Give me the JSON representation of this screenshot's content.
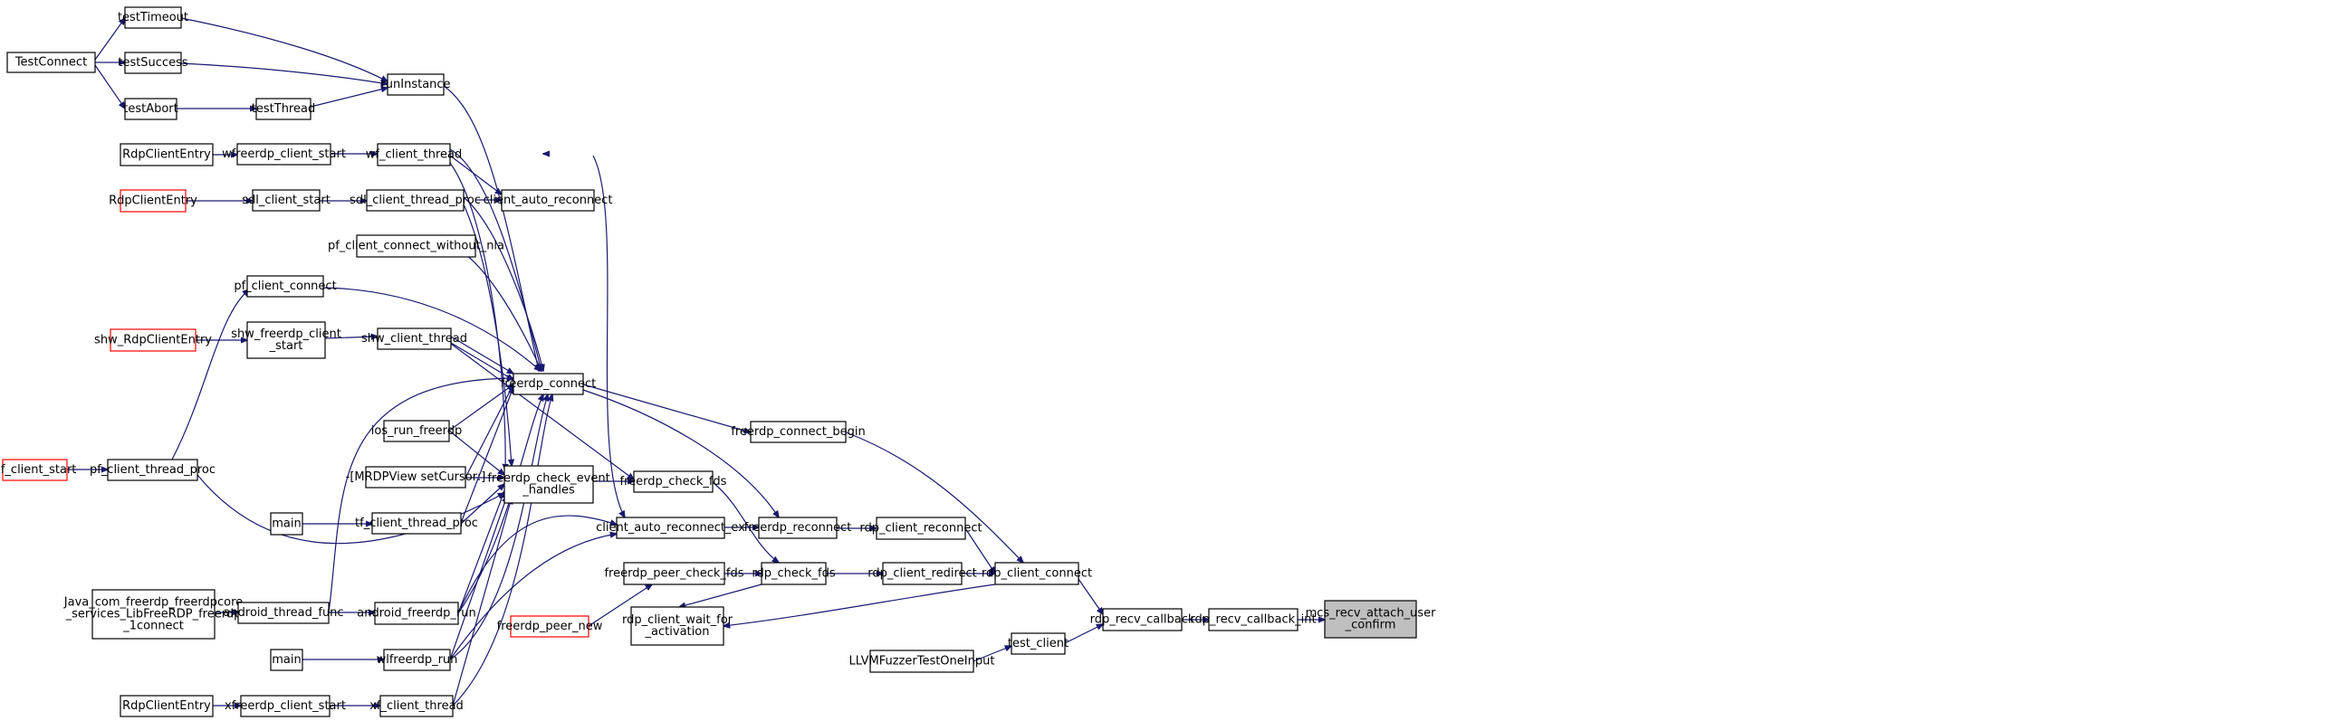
{
  "graph": {
    "edge_color": "#191970",
    "nodes": [
      {
        "id": "TestConnect",
        "lines": [
          "TestConnect"
        ]
      },
      {
        "id": "testTimeout",
        "lines": [
          "testTimeout"
        ]
      },
      {
        "id": "testSuccess",
        "lines": [
          "testSuccess"
        ]
      },
      {
        "id": "testAbort",
        "lines": [
          "testAbort"
        ]
      },
      {
        "id": "testThread",
        "lines": [
          "testThread"
        ]
      },
      {
        "id": "runInstance",
        "lines": [
          "runInstance"
        ]
      },
      {
        "id": "RdpClientEntry_wf",
        "lines": [
          "RdpClientEntry"
        ]
      },
      {
        "id": "wfreerdp_client_start",
        "lines": [
          "wfreerdp_client_start"
        ]
      },
      {
        "id": "wf_client_thread",
        "lines": [
          "wf_client_thread"
        ]
      },
      {
        "id": "RdpClientEntry_sdl",
        "lines": [
          "RdpClientEntry"
        ],
        "style": "red"
      },
      {
        "id": "sdl_client_start",
        "lines": [
          "sdl_client_start"
        ]
      },
      {
        "id": "sdl_client_thread_proc",
        "lines": [
          "sdl_client_thread_proc"
        ]
      },
      {
        "id": "client_auto_reconnect",
        "lines": [
          "client_auto_reconnect"
        ]
      },
      {
        "id": "pf_client_connect_without_nla",
        "lines": [
          "pf_client_connect_without_nla"
        ]
      },
      {
        "id": "pf_client_connect",
        "lines": [
          "pf_client_connect"
        ]
      },
      {
        "id": "shw_RdpClientEntry",
        "lines": [
          "shw_RdpClientEntry"
        ],
        "style": "red"
      },
      {
        "id": "shw_freerdp_client_start",
        "lines": [
          "shw_freerdp_client",
          "_start"
        ]
      },
      {
        "id": "shw_client_thread",
        "lines": [
          "shw_client_thread"
        ]
      },
      {
        "id": "freerdp_connect",
        "lines": [
          "freerdp_connect"
        ]
      },
      {
        "id": "ios_run_freerdp",
        "lines": [
          "ios_run_freerdp"
        ]
      },
      {
        "id": "pf_client_start",
        "lines": [
          "pf_client_start"
        ],
        "style": "red"
      },
      {
        "id": "pf_client_thread_proc",
        "lines": [
          "pf_client_thread_proc"
        ]
      },
      {
        "id": "MRDPView",
        "lines": [
          "-[MRDPView setCursor:]"
        ]
      },
      {
        "id": "freerdp_check_event_handles",
        "lines": [
          "freerdp_check_event",
          "_handles"
        ]
      },
      {
        "id": "freerdp_check_fds",
        "lines": [
          "freerdp_check_fds"
        ]
      },
      {
        "id": "freerdp_connect_begin",
        "lines": [
          "freerdp_connect_begin"
        ]
      },
      {
        "id": "main_tf",
        "lines": [
          "main"
        ]
      },
      {
        "id": "tf_client_thread_proc",
        "lines": [
          "tf_client_thread_proc"
        ]
      },
      {
        "id": "client_auto_reconnect_ex",
        "lines": [
          "client_auto_reconnect_ex"
        ]
      },
      {
        "id": "freerdp_reconnect",
        "lines": [
          "freerdp_reconnect"
        ]
      },
      {
        "id": "rdp_client_reconnect",
        "lines": [
          "rdp_client_reconnect"
        ]
      },
      {
        "id": "Java_connect",
        "lines": [
          "Java_com_freerdp_freerdpcore",
          "_services_LibFreeRDP_freerdp",
          "_1connect"
        ]
      },
      {
        "id": "android_thread_func",
        "lines": [
          "android_thread_func"
        ]
      },
      {
        "id": "android_freerdp_run",
        "lines": [
          "android_freerdp_run"
        ]
      },
      {
        "id": "freerdp_peer_check_fds",
        "lines": [
          "freerdp_peer_check_fds"
        ]
      },
      {
        "id": "rdp_check_fds",
        "lines": [
          "rdp_check_fds"
        ]
      },
      {
        "id": "rdp_client_redirect",
        "lines": [
          "rdp_client_redirect"
        ]
      },
      {
        "id": "rdp_client_connect",
        "lines": [
          "rdp_client_connect"
        ]
      },
      {
        "id": "freerdp_peer_new",
        "lines": [
          "freerdp_peer_new"
        ],
        "style": "red"
      },
      {
        "id": "rdp_client_wait_for_activation",
        "lines": [
          "rdp_client_wait_for",
          "_activation"
        ]
      },
      {
        "id": "main_wl",
        "lines": [
          "main"
        ]
      },
      {
        "id": "wlfreerdp_run",
        "lines": [
          "wlfreerdp_run"
        ]
      },
      {
        "id": "rdp_recv_callback",
        "lines": [
          "rdp_recv_callback"
        ]
      },
      {
        "id": "rdp_recv_callback_int",
        "lines": [
          "rdp_recv_callback_int"
        ]
      },
      {
        "id": "mcs_recv_attach_user_confirm",
        "lines": [
          "mcs_recv_attach_user",
          "_confirm"
        ],
        "style": "focus"
      },
      {
        "id": "LLVMFuzzerTestOneInput",
        "lines": [
          "LLVMFuzzerTestOneInput"
        ]
      },
      {
        "id": "test_client",
        "lines": [
          "test_client"
        ]
      },
      {
        "id": "RdpClientEntry_xf",
        "lines": [
          "RdpClientEntry"
        ]
      },
      {
        "id": "xfreerdp_client_start",
        "lines": [
          "xfreerdp_client_start"
        ]
      },
      {
        "id": "xf_client_thread",
        "lines": [
          "xf_client_thread"
        ]
      }
    ]
  }
}
